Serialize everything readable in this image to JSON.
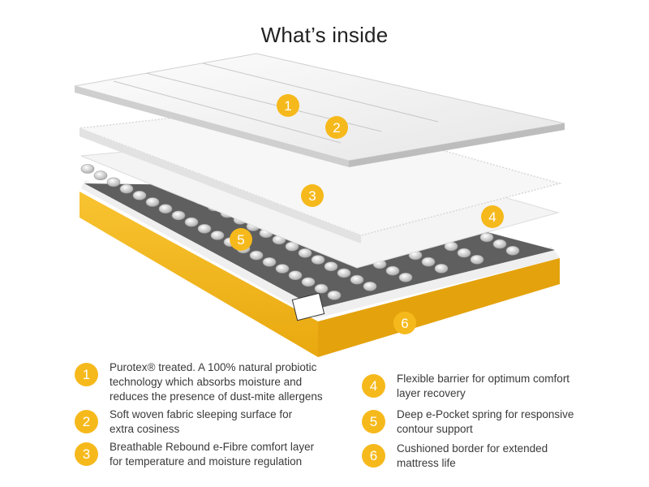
{
  "title": "What’s inside",
  "accent": "#f6b91c",
  "layer_markers": [
    "1",
    "2",
    "3",
    "4",
    "5",
    "6"
  ],
  "features": [
    {
      "num": "1",
      "lines": [
        "Purotex® treated. A 100% natural probiotic",
        "technology which absorbs moisture and",
        "reduces the presence of dust-mite allergens"
      ]
    },
    {
      "num": "2",
      "lines": [
        "Soft woven fabric sleeping surface for",
        "extra cosiness"
      ]
    },
    {
      "num": "3",
      "lines": [
        "Breathable Rebound e-Fibre comfort layer",
        "for temperature and moisture regulation"
      ]
    },
    {
      "num": "4",
      "lines": [
        "Flexible barrier for optimum comfort",
        "layer recovery"
      ]
    },
    {
      "num": "5",
      "lines": [
        "Deep e-Pocket spring for responsive",
        "contour support"
      ]
    },
    {
      "num": "6",
      "lines": [
        "Cushioned border for extended",
        "mattress life"
      ]
    }
  ]
}
